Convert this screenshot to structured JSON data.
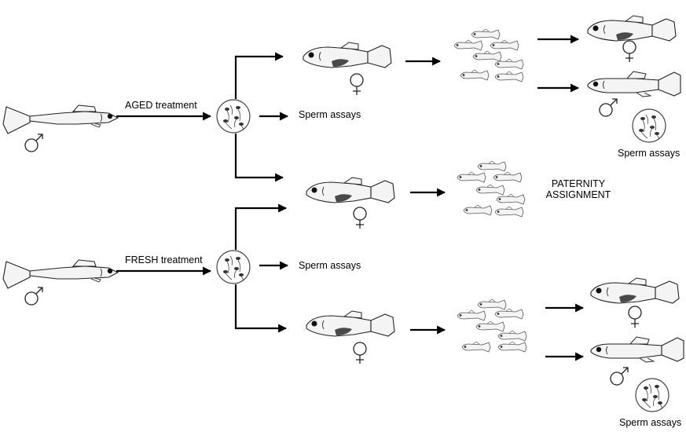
{
  "labels": {
    "aged_treatment": "AGED treatment",
    "fresh_treatment": "FRESH treatment",
    "sperm_assays": "Sperm assays",
    "paternity_line1": "PATERNITY",
    "paternity_line2": "ASSIGNMENT"
  },
  "symbols": {
    "male": "♂",
    "female": "♀"
  },
  "colors": {
    "stroke": "#222222",
    "fish_fill": "#f4f4f4",
    "female_patch": "#4a4a4a",
    "eye": "#111111",
    "arrow": "#000000"
  }
}
